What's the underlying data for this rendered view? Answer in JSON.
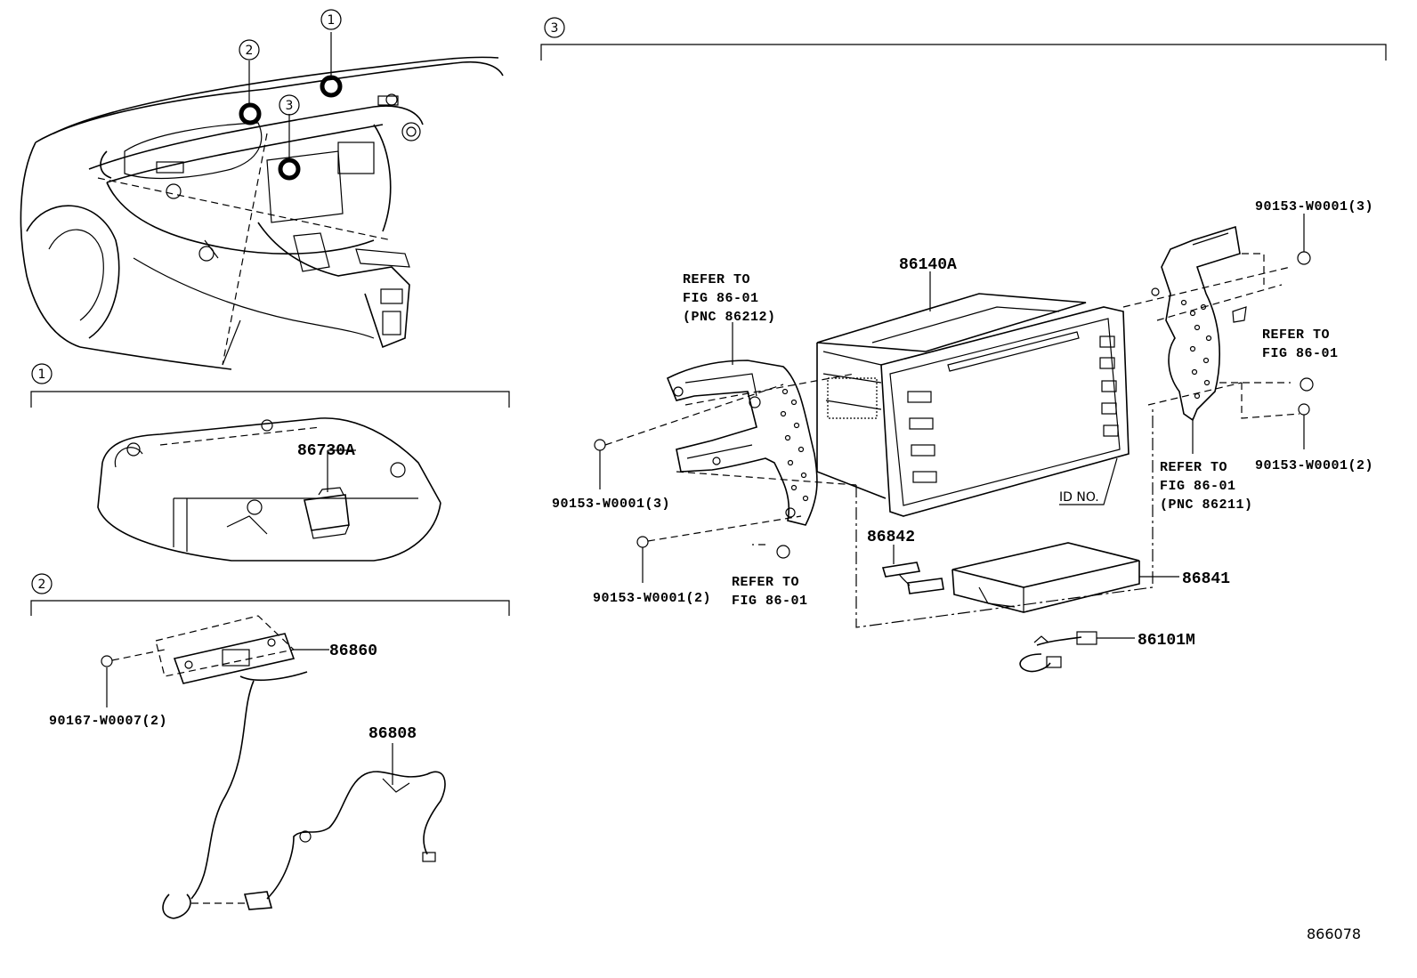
{
  "callouts": {
    "c1": "1",
    "c2": "2",
    "c3": "3"
  },
  "section1": {
    "part": "86730A"
  },
  "section2": {
    "bolt": "90167-W0007(2)",
    "bracket": "86860",
    "harness": "86808"
  },
  "section3": {
    "unit": "86140A",
    "ref_left_top": [
      "REFER TO",
      "FIG 86-01",
      "(PNC 86212)"
    ],
    "bolt_left_upper": "90153-W0001(3)",
    "bolt_left_lower": "90153-W0001(2)",
    "ref_left_bottom": [
      "REFER TO",
      "FIG 86-01"
    ],
    "bolt_right_top": "90153-W0001(3)",
    "ref_right_mid": [
      "REFER TO",
      "FIG 86-01"
    ],
    "bolt_right_mid": "90153-W0001(2)",
    "ref_right_bottom": [
      "REFER TO",
      "FIG 86-01",
      "(PNC 86211)"
    ],
    "id_no": "ID NO.",
    "part_86842": "86842",
    "part_86841": "86841",
    "part_86101M": "86101M"
  },
  "diagram_code": "866078"
}
